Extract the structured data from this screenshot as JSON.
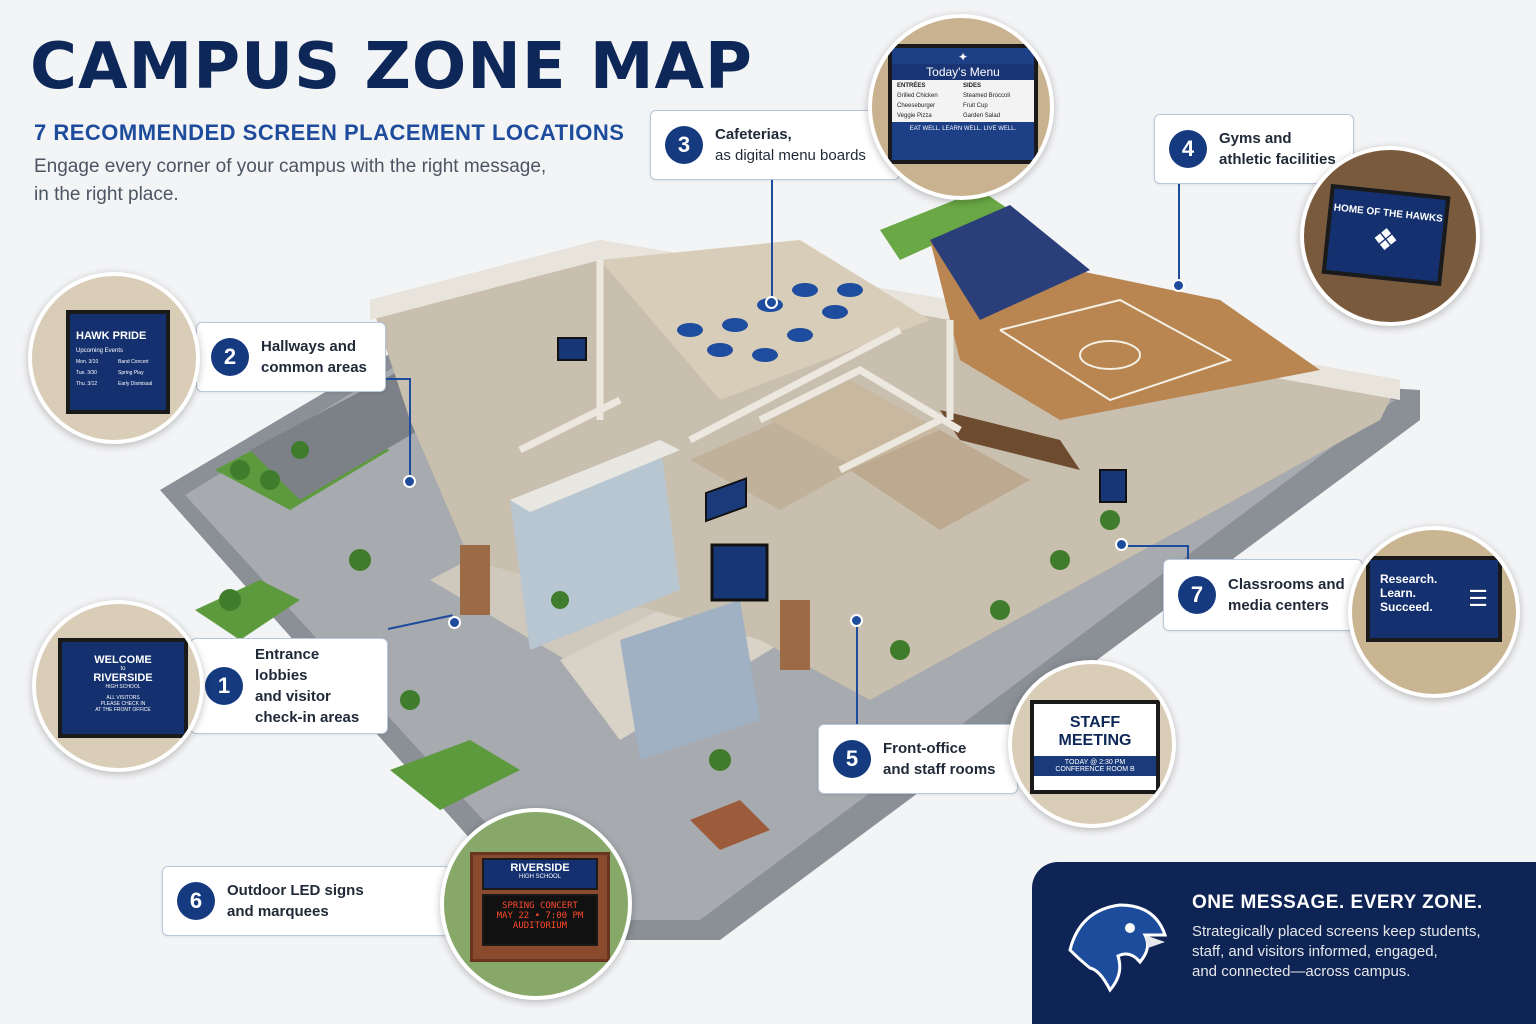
{
  "header": {
    "title": "CAMPUS ZONE MAP",
    "subtitle": "7 RECOMMENDED SCREEN PLACEMENT LOCATIONS",
    "intro_line1": "Engage every corner of your campus with the right message,",
    "intro_line2": "in the right place."
  },
  "zones": [
    {
      "number": "1",
      "line1": "Entrance lobbies",
      "line2": "and visitor",
      "line3": "check-in areas"
    },
    {
      "number": "2",
      "line1": "Hallways and",
      "line2": "common areas"
    },
    {
      "number": "3",
      "line1": "Cafeterias,",
      "line2": "as digital menu boards"
    },
    {
      "number": "4",
      "line1": "Gyms and",
      "line2": "athletic facilities"
    },
    {
      "number": "5",
      "line1": "Front-office",
      "line2": "and staff rooms"
    },
    {
      "number": "6",
      "line1": "Outdoor LED signs",
      "line2": "and marquees"
    },
    {
      "number": "7",
      "line1": "Classrooms and",
      "line2": "media centers"
    }
  ],
  "screens": {
    "entrance": {
      "l1": "WELCOME",
      "l2": "to",
      "l3": "RIVERSIDE",
      "l4": "HIGH SCHOOL",
      "l5": "ALL VISITORS",
      "l6": "PLEASE CHECK IN",
      "l7": "AT THE FRONT OFFICE"
    },
    "hallway": {
      "title": "HAWK PRIDE",
      "sub": "Upcoming Events",
      "r1a": "Mon. 3/10",
      "r1b": "Band Concert",
      "r2a": "Tue. 3/30",
      "r2b": "Spring Play",
      "r3a": "Thu. 3/12",
      "r3b": "Early Dismissal"
    },
    "cafeteria": {
      "title": "Today's Menu",
      "col1": "ENTRÉES",
      "col2": "SIDES",
      "a1": "Grilled Chicken",
      "b1": "Steamed Broccoli",
      "a2": "Cheeseburger",
      "b2": "Fruit Cup",
      "a3": "Veggie Pizza",
      "b3": "Garden Salad",
      "footer": "EAT WELL. LEARN WELL. LIVE WELL."
    },
    "gym": {
      "title": "HOME OF THE HAWKS"
    },
    "staff": {
      "l1": "STAFF",
      "l2": "MEETING",
      "l3": "TODAY @ 2:30 PM",
      "l4": "CONFERENCE ROOM B"
    },
    "outdoor": {
      "l1": "RIVERSIDE",
      "l2": "HIGH SCHOOL",
      "l3": "SPRING CONCERT",
      "l4": "MAY 22 • 7:00 PM",
      "l5": "AUDITORIUM"
    },
    "classroom": {
      "l1": "Research.",
      "l2": "Learn.",
      "l3": "Succeed."
    }
  },
  "panel": {
    "heading": "ONE MESSAGE. EVERY ZONE.",
    "line1": "Strategically placed screens keep students,",
    "line2": "staff, and visitors informed, engaged,",
    "line3": "and connected—across campus."
  },
  "colors": {
    "navy": "#0d2759",
    "accent": "#1d4c9c",
    "led": "#ff4a2a"
  }
}
